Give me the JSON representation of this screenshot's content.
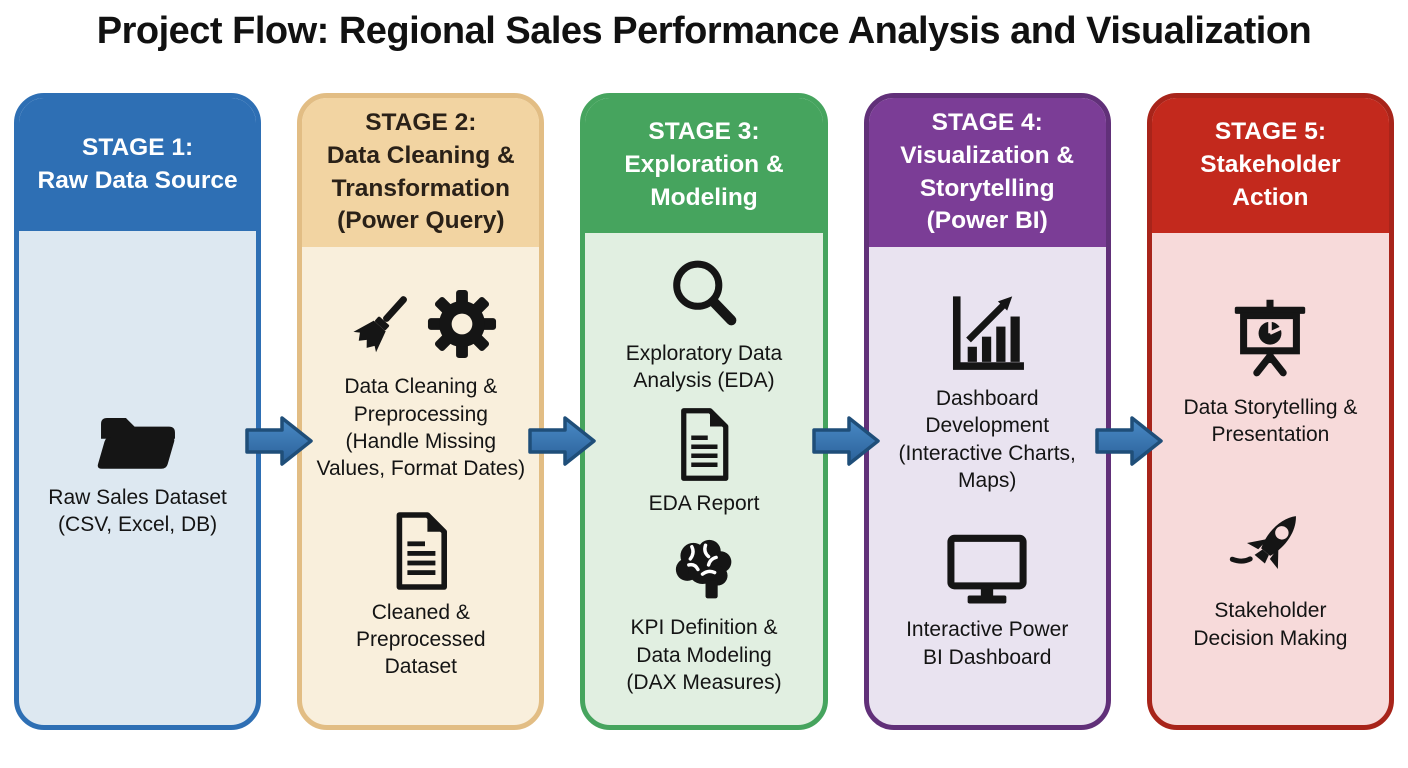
{
  "title": "Project Flow: Regional Sales Performance Analysis and Visualization",
  "arrow": {
    "fill_top": "#4a8bc6",
    "fill_bottom": "#2a6099",
    "stroke": "#1f4e79"
  },
  "icon_color": "#151515",
  "stages": [
    {
      "header": "STAGE 1:\nRaw Data Source",
      "colors": {
        "header": "#2e6fb4",
        "body": "#dde8f1",
        "border": "#2e6fb4",
        "header_text": "#ffffff"
      },
      "items": [
        {
          "icon": "folder-open-icon",
          "label": "Raw Sales Dataset\n(CSV, Excel, DB)"
        }
      ]
    },
    {
      "header": "STAGE 2:\nData Cleaning &\nTransformation\n(Power Query)",
      "colors": {
        "header": "#f2d4a2",
        "body": "#f9efdc",
        "border": "#e2bd84",
        "header_text": "#2a2118"
      },
      "items": [
        {
          "icon": "broom-gear-icon",
          "label": "Data Cleaning &\nPreprocessing\n(Handle Missing\nValues, Format Dates)"
        },
        {
          "icon": "document-icon",
          "label": "Cleaned &\nPreprocessed\nDataset"
        }
      ]
    },
    {
      "header": "STAGE 3:\nExploration &\nModeling",
      "colors": {
        "header": "#46a45e",
        "body": "#e1efe1",
        "border": "#46a45e",
        "header_text": "#ffffff"
      },
      "items": [
        {
          "icon": "magnifier-icon",
          "label": "Exploratory Data\nAnalysis (EDA)"
        },
        {
          "icon": "document-icon",
          "label": "EDA Report"
        },
        {
          "icon": "brain-icon",
          "label": "KPI Definition &\nData Modeling\n(DAX Measures)"
        }
      ]
    },
    {
      "header": "STAGE 4:\nVisualization &\nStorytelling\n(Power BI)",
      "colors": {
        "header": "#7b3d96",
        "body": "#e9e3f0",
        "border": "#613079",
        "header_text": "#ffffff"
      },
      "items": [
        {
          "icon": "bar-chart-growth-icon",
          "label": "Dashboard\nDevelopment\n(Interactive Charts,\nMaps)"
        },
        {
          "icon": "monitor-icon",
          "label": "Interactive Power\nBI Dashboard"
        }
      ]
    },
    {
      "header": "STAGE 5:\nStakeholder\nAction",
      "colors": {
        "header": "#c3291d",
        "body": "#f7dada",
        "border": "#a8241a",
        "header_text": "#ffffff"
      },
      "items": [
        {
          "icon": "presentation-pie-icon",
          "label": "Data Storytelling &\nPresentation"
        },
        {
          "icon": "rocket-icon",
          "label": "Stakeholder\nDecision Making"
        }
      ]
    }
  ]
}
